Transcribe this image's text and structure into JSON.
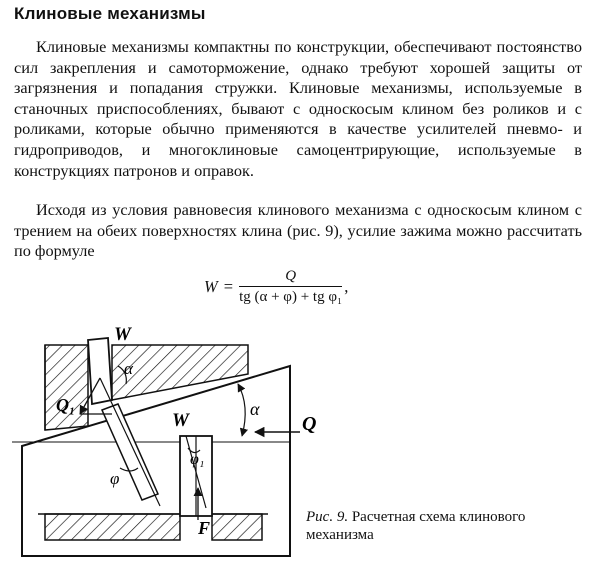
{
  "heading": "Клиновые механизмы",
  "paragraph1": "Клиновые механизмы компактны по конструкции, обеспечивают постоянство сил закрепления и самоторможение, однако требуют хорошей защиты от загрязнения и попадания стружки. Клиновые механизмы, используемые в станочных приспособлениях, бывают с односкосым клином без роликов и с роликами, которые обычно применяются в качестве усилителей пневмо- и гидроприводов, и многоклиновые самоцентрирующие, используемые в конструкциях патронов и оправок.",
  "paragraph2": "Исходя из условия равновесия клинового механизма с односкосым клином с трением на обеих поверхностях клина (рис. 9), усилие зажима можно рассчитать по формуле",
  "formula": {
    "lhs": "W",
    "equals": "=",
    "numerator": "Q",
    "denominator": "tg (α + φ) + tg φ₁",
    "tail": ","
  },
  "figure": {
    "labels": {
      "w_top": "W",
      "alpha_top": "α",
      "q1": "Q₁",
      "alpha_right": "α",
      "q": "Q",
      "w_right": "W",
      "phi1": "φ₁",
      "phi": "φ",
      "f": "F"
    },
    "caption_number": "Рис. 9.",
    "caption_text": "Расчетная схема клинового механизма"
  }
}
